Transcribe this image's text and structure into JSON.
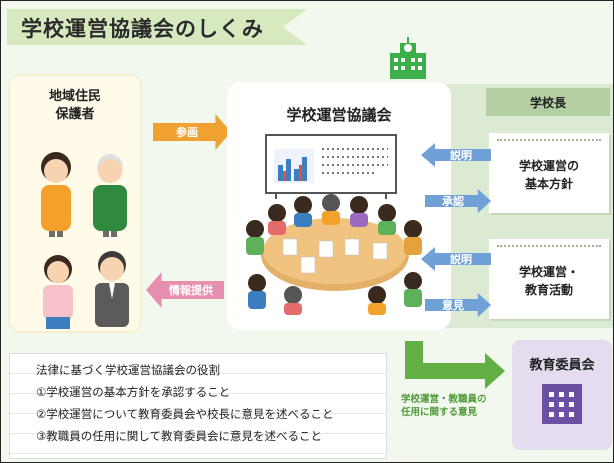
{
  "title": "学校運営協議会のしくみ",
  "residents": {
    "line1": "地域住民",
    "line2": "保護者"
  },
  "council": {
    "title": "学校運営協議会"
  },
  "principal": {
    "label": "学校長"
  },
  "policy_card": {
    "line1": "学校運営の",
    "line2": "基本方針"
  },
  "activity_card": {
    "line1": "学校運営・",
    "line2": "教育活動"
  },
  "arrows": {
    "participate": "参画",
    "info_provide": "情報提供",
    "explain_1": "説明",
    "approve": "承認",
    "explain_2": "説明",
    "opinion": "意見"
  },
  "roles": {
    "heading": "法律に基づく学校運営協議会の役割",
    "item1": "①学校運営の基本方針を承認すること",
    "item2": "②学校運営について教育委員会や校長に意見を述べること",
    "item3": "③教職員の任用に関して教育委員会に意見を述べること"
  },
  "board": {
    "title": "教育委員会"
  },
  "staffing_note": {
    "line1": "学校運営・教職員の",
    "line2": "任用に関する意見"
  },
  "colors": {
    "orange_arrow": "#f0a132",
    "pink_arrow": "#e78fae",
    "blue_arrow": "#6fa0d6",
    "green_arrow": "#62b043",
    "ribbon": "#d7e9bf",
    "board_purple": "#6b4fa3"
  },
  "icons": [
    "school-building-icon",
    "board-building-icon",
    "whiteboard-chart-icon",
    "meeting-table-icon",
    "person-icon"
  ]
}
